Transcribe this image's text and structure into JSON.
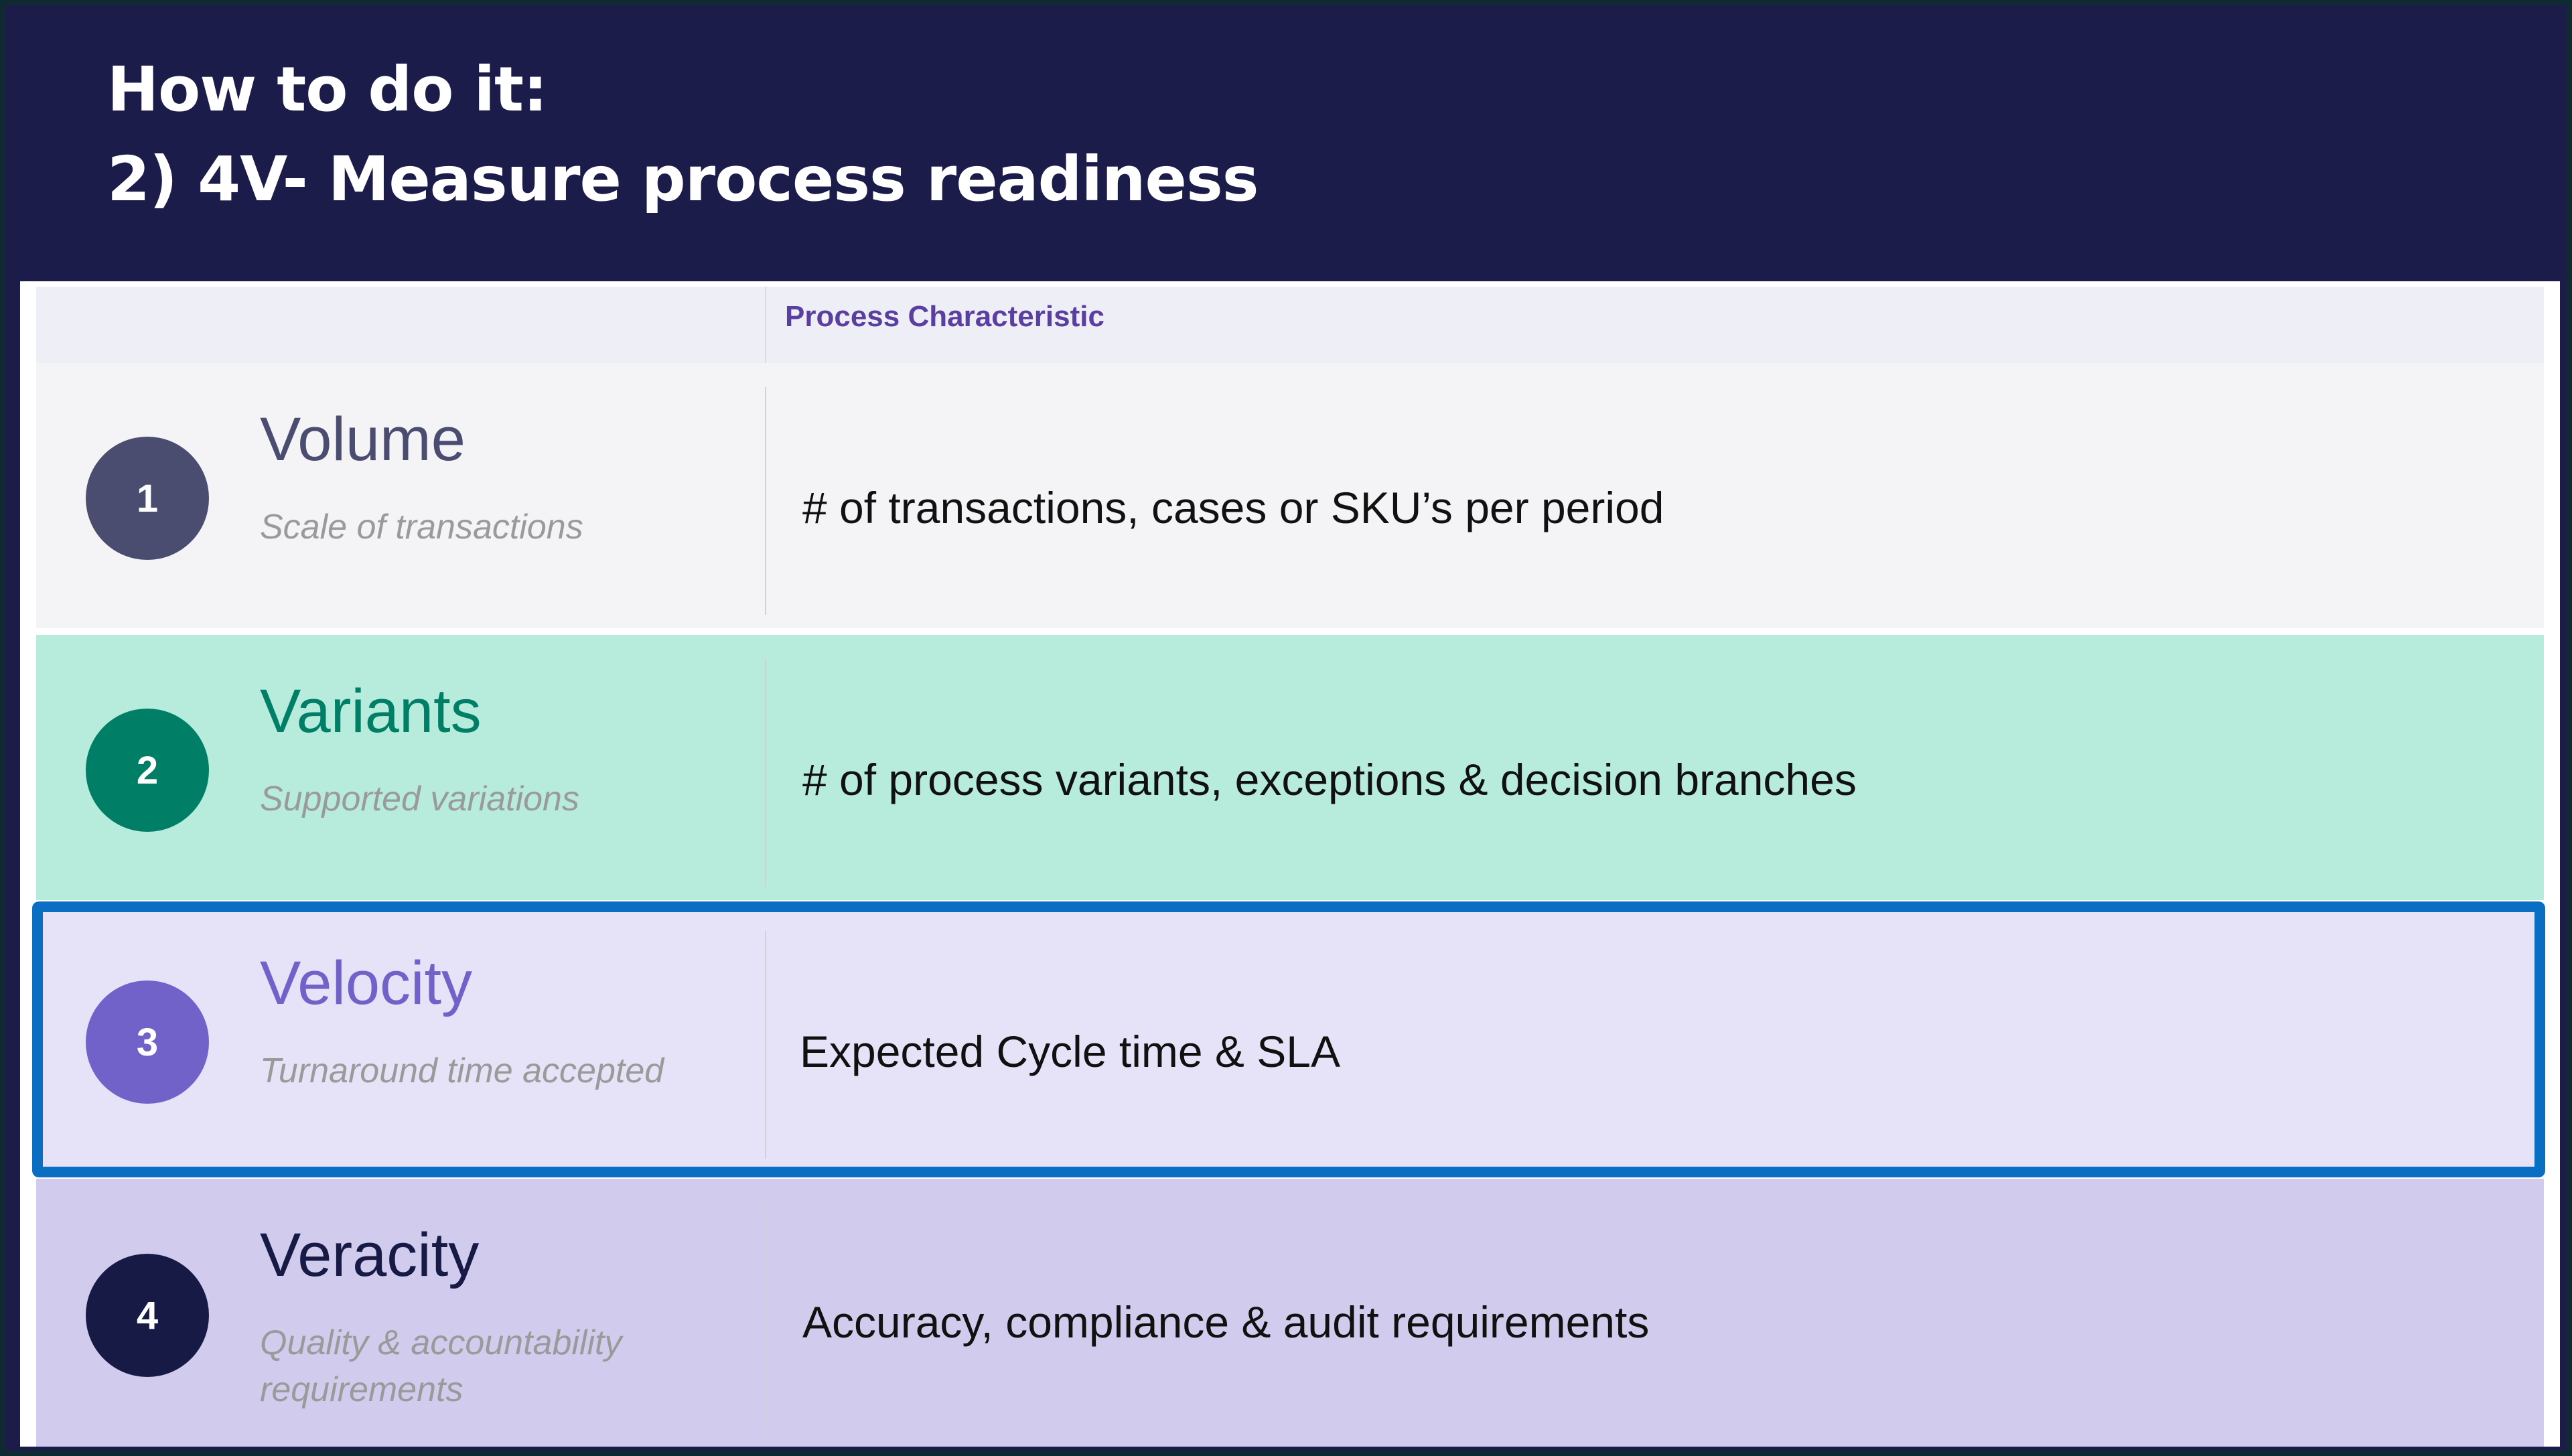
{
  "header": {
    "title_line1": "How to do it:",
    "title_line2": "2) 4V- Measure process readiness"
  },
  "table": {
    "column_header": "Process Characteristic",
    "rows": [
      {
        "number": "1",
        "name": "Volume",
        "subtitle": "Scale of transactions",
        "description": "# of transactions, cases or SKU’s per period",
        "color": "#4a4c70"
      },
      {
        "number": "2",
        "name": "Variants",
        "subtitle": "Supported variations",
        "description": "# of process variants, exceptions & decision branches",
        "color": "#007e66"
      },
      {
        "number": "3",
        "name": "Velocity",
        "subtitle": "Turnaround time accepted",
        "description": "Expected Cycle time & SLA",
        "color": "#7162c9"
      },
      {
        "number": "4",
        "name": "Veracity",
        "subtitle": "Quality & accountability requirements",
        "description": "Accuracy, compliance & audit requirements",
        "color": "#181a46"
      }
    ],
    "highlighted_row": "3",
    "highlight_color": "#0a6fc2"
  }
}
